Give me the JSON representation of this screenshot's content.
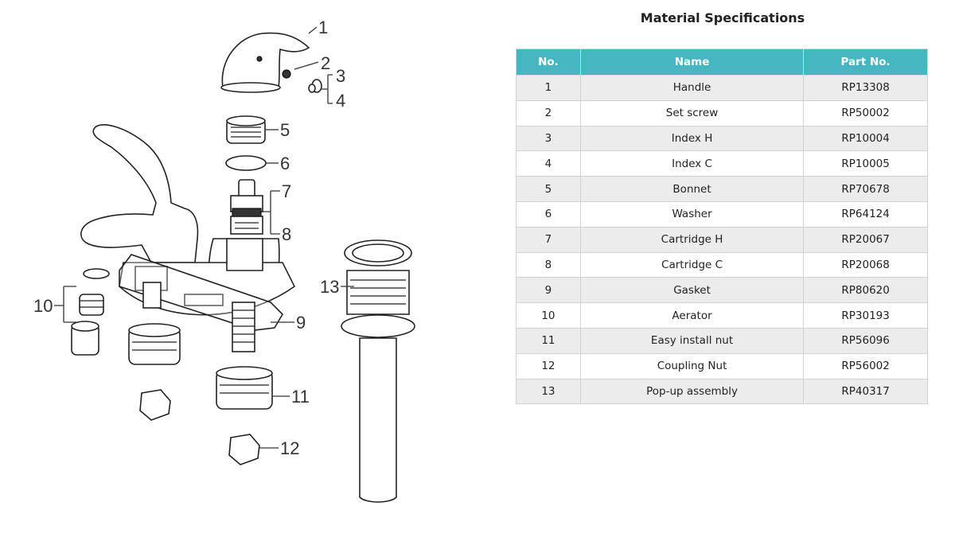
{
  "diagram": {
    "callouts": [
      "1",
      "2",
      "3",
      "4",
      "5",
      "6",
      "7",
      "8",
      "9",
      "10",
      "11",
      "12",
      "13"
    ]
  },
  "spec": {
    "title": "Material Specifications",
    "columns": [
      "No.",
      "Name",
      "Part No."
    ],
    "rows": [
      {
        "no": "1",
        "name": "Handle",
        "part": "RP13308"
      },
      {
        "no": "2",
        "name": "Set screw",
        "part": "RP50002"
      },
      {
        "no": "3",
        "name": "Index H",
        "part": "RP10004"
      },
      {
        "no": "4",
        "name": "Index C",
        "part": "RP10005"
      },
      {
        "no": "5",
        "name": "Bonnet",
        "part": "RP70678"
      },
      {
        "no": "6",
        "name": "Washer",
        "part": "RP64124"
      },
      {
        "no": "7",
        "name": "Cartridge H",
        "part": "RP20067"
      },
      {
        "no": "8",
        "name": "Cartridge C",
        "part": "RP20068"
      },
      {
        "no": "9",
        "name": "Gasket",
        "part": "RP80620"
      },
      {
        "no": "10",
        "name": "Aerator",
        "part": "RP30193"
      },
      {
        "no": "11",
        "name": "Easy install nut",
        "part": "RP56096"
      },
      {
        "no": "12",
        "name": "Coupling Nut",
        "part": "RP56002"
      },
      {
        "no": "13",
        "name": "Pop-up assembly",
        "part": "RP40317"
      }
    ]
  }
}
